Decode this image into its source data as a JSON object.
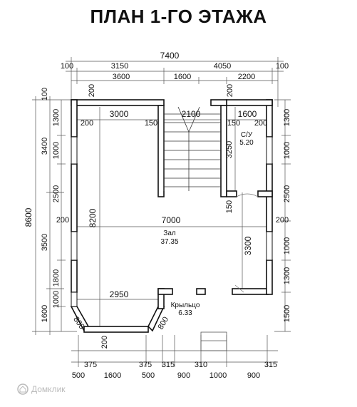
{
  "plan": {
    "title": "ПЛАН 1-ГО ЭТАЖА",
    "top_dims": {
      "overall": "7400",
      "row2": [
        "100",
        "3150",
        "4050",
        "100"
      ],
      "row3": [
        "3600",
        "1600",
        "2200"
      ]
    },
    "left_dims": {
      "overall": "8600",
      "col2": [
        "100",
        "3400",
        "3500",
        "1600"
      ],
      "col3": [
        "1300",
        "1000",
        "2500",
        "200",
        "1800",
        "1000"
      ]
    },
    "right_dims": [
      "1300",
      "1000",
      "2500",
      "200",
      "1000",
      "1300",
      "1500"
    ],
    "bottom_dims": {
      "row1": [
        "200",
        "375",
        "375",
        "315",
        "310",
        "315"
      ],
      "row2": [
        "500",
        "1600",
        "500",
        "900",
        "1000",
        "900"
      ]
    },
    "inner_dims": {
      "d3000": "3000",
      "d2100": "2100",
      "d1600": "1600",
      "d200_tl": "200",
      "d200_top": "200",
      "d200_top2": "200",
      "d200_rt": "200",
      "d150_a": "150",
      "d150_b": "150",
      "d150_c": "150",
      "d3250": "3250",
      "d7000": "7000",
      "d8200": "8200",
      "d3300": "3300",
      "d2950": "2950",
      "d800_l": "800",
      "d800_r": "800",
      "d200_l": "200",
      "d200_r": "200"
    },
    "rooms": {
      "hall_name": "Зал",
      "hall_area": "37.35",
      "wc_name": "С/У",
      "wc_area": "5.20",
      "porch_name": "Крыльцо",
      "porch_area": "6.33"
    },
    "watermark": "Домклик"
  }
}
